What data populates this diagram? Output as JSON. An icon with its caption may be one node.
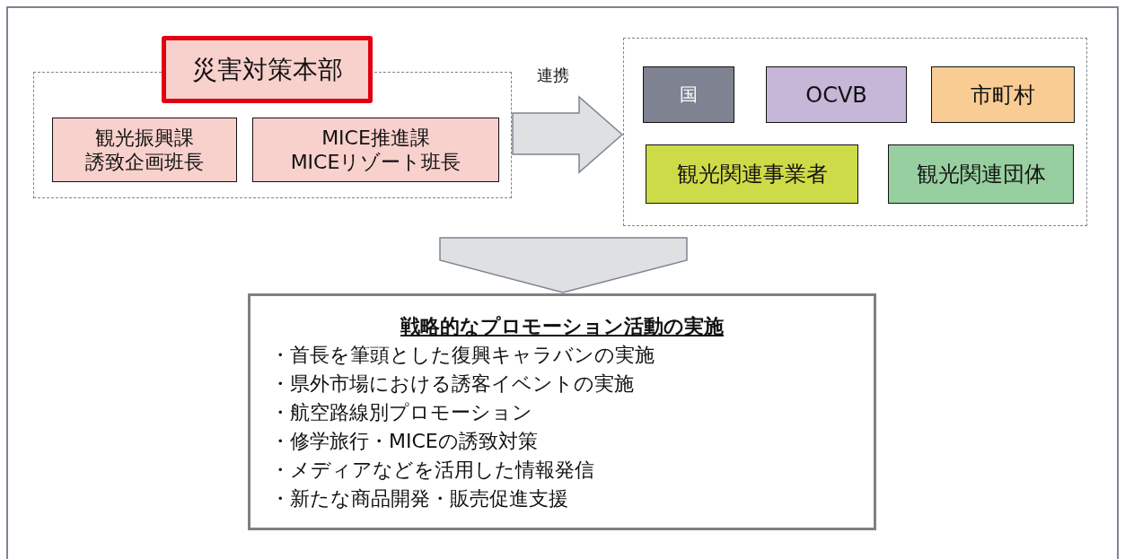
{
  "diagram": {
    "nodes": [
      {
        "text": [],
        "shape": "box"
      },
      {
        "text": [
          "災害対策本部"
        ]
      },
      {
        "text": [
          "観光振興課",
          "誘致企画班長"
        ],
        "in": 0
      },
      {
        "text": [
          "MICE推進課",
          "MICEリゾート班長"
        ],
        "in": 0
      },
      {
        "text": [],
        "shape": "box"
      },
      {
        "text": [
          "国"
        ],
        "in": 4
      },
      {
        "text": [
          "OCVB"
        ],
        "in": 4
      },
      {
        "text": [
          "市町村"
        ],
        "in": 4
      },
      {
        "text": [
          "観光関連事業者"
        ],
        "in": 4
      },
      {
        "text": [
          "観光関連団体"
        ],
        "in": 4
      },
      {
        "text": [
          "戦略的なプロモーション活動の実施",
          "・首長を筆頭とした復興キャラバンの実施",
          "・県外市場における誘客イベントの実施",
          "・航空路線別プロモーション",
          "・修学旅行・MICEの誘致対策",
          "・メディアなどを活用した情報発信",
          "・新たな商品開発・販売促進支援"
        ]
      }
    ],
    "edges": [
      {
        "from": 0,
        "to": 4,
        "arrow": "to",
        "label": "連携"
      },
      {
        "from": null,
        "to": 10,
        "arrow": "to"
      }
    ]
  }
}
